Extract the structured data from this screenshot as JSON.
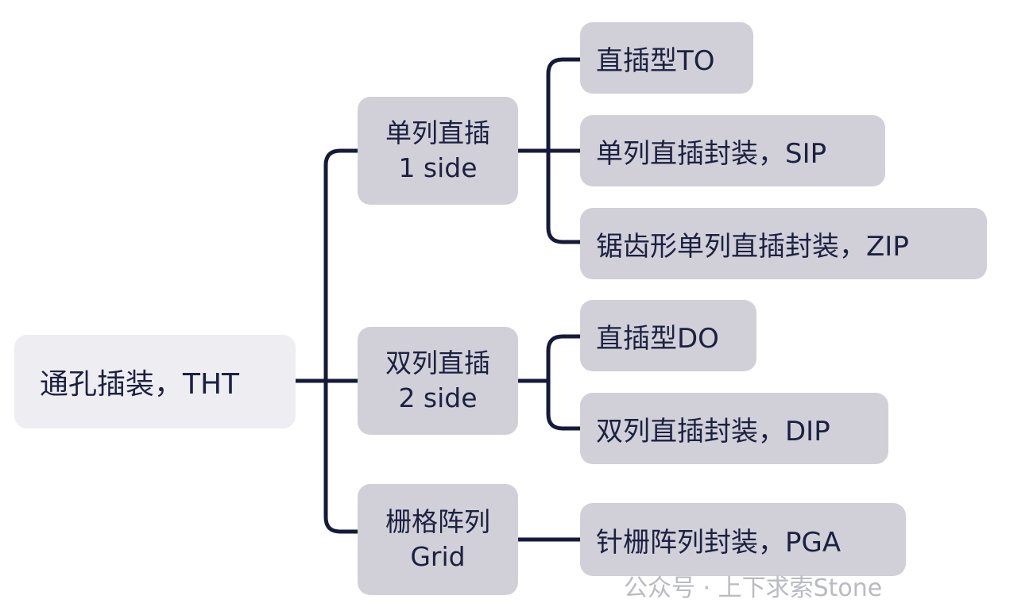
{
  "root": {
    "label": "通孔插装，THT"
  },
  "branches": [
    {
      "line1": "单列直插",
      "line2": "1 side",
      "leaves": [
        "直插型TO",
        "单列直插封装，SIP",
        "锯齿形单列直插封装，ZIP"
      ]
    },
    {
      "line1": "双列直插",
      "line2": "2 side",
      "leaves": [
        "直插型DO",
        "双列直插封装，DIP"
      ]
    },
    {
      "line1": "栅格阵列",
      "line2": "Grid",
      "leaves": [
        "针栅阵列封装，PGA"
      ]
    }
  ],
  "colors": {
    "connector": "#161a3a",
    "node_fill": "#d1d0d9",
    "root_fill": "#eeedf2",
    "text": "#1c2140"
  },
  "watermark": {
    "text": "公众号 · 上下求索Stone"
  }
}
